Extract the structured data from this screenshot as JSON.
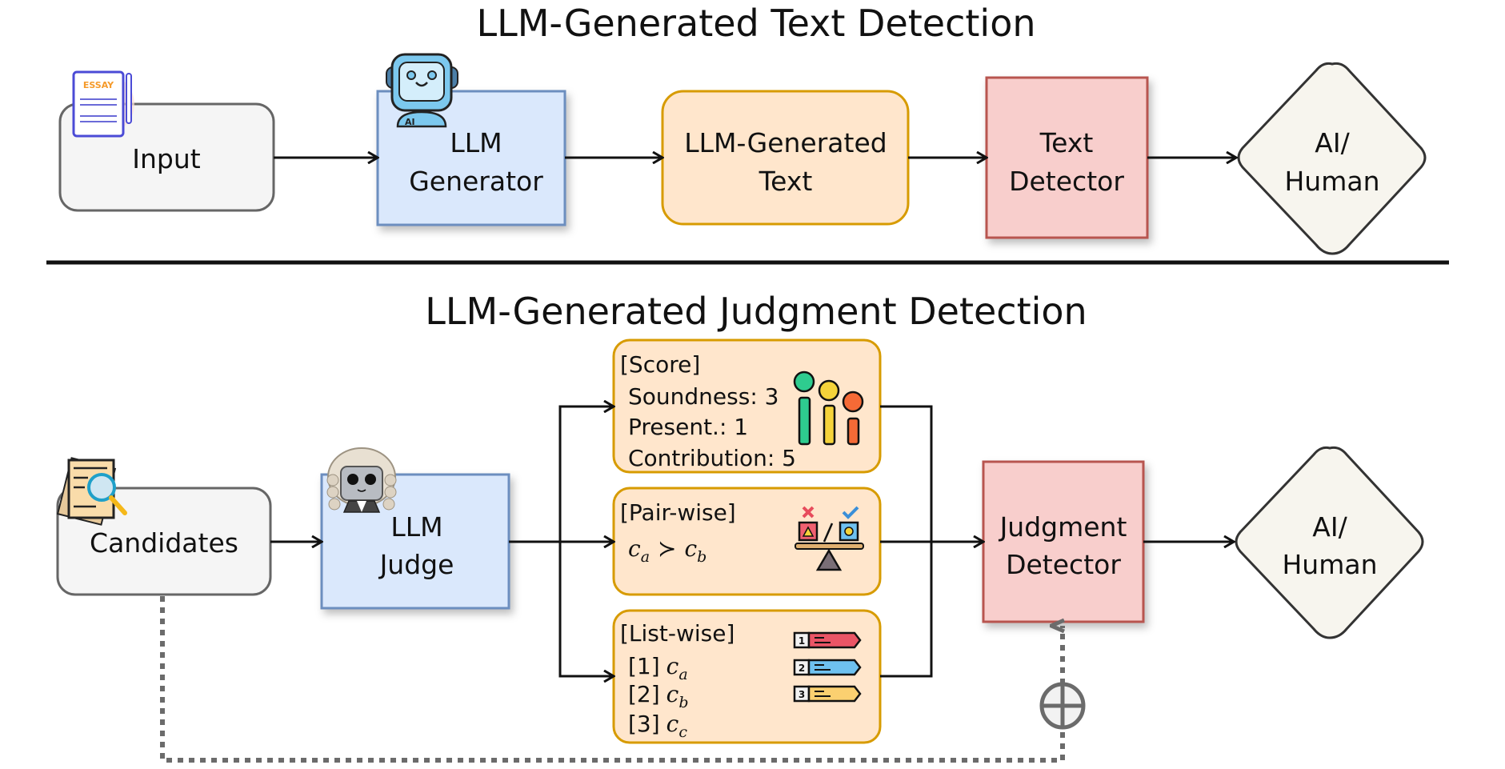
{
  "top": {
    "title": "LLM-Generated Text Detection",
    "input": "Input",
    "essay_icon_text": "ESSAY",
    "generator": [
      "LLM",
      "Generator"
    ],
    "generated_text": [
      "LLM-Generated",
      "Text"
    ],
    "detector": [
      "Text",
      "Detector"
    ],
    "output": [
      "AI/",
      "Human"
    ]
  },
  "bottom": {
    "title": "LLM-Generated Judgment Detection",
    "candidates": "Candidates",
    "judge": [
      "LLM",
      "Judge"
    ],
    "score": {
      "header": "[Score]",
      "lines": [
        "Soundness: 3",
        "Present.: 1",
        "Contribution: 5"
      ]
    },
    "pairwise": {
      "header": "[Pair-wise]",
      "a": "c",
      "a_sub": "a",
      "rel": "≻",
      "b": "c",
      "b_sub": "b"
    },
    "listwise": {
      "header": "[List-wise]",
      "items": [
        {
          "rank": "[1]",
          "var": "c",
          "sub": "a"
        },
        {
          "rank": "[2]",
          "var": "c",
          "sub": "b"
        },
        {
          "rank": "[3]",
          "var": "c",
          "sub": "c"
        }
      ],
      "icon_numbers": [
        "1",
        "2",
        "3"
      ]
    },
    "detector": [
      "Judgment",
      "Detector"
    ],
    "output": [
      "AI/",
      "Human"
    ],
    "combine_symbol": "⊕"
  },
  "colors": {
    "input_fill": "#f5f5f5",
    "input_stroke": "#666666",
    "blue_fill": "#dae8fc",
    "blue_stroke": "#6c8ebf",
    "orange_fill": "#ffe6cc",
    "orange_stroke": "#d79b00",
    "red_fill": "#f8cecc",
    "red_stroke": "#b85450",
    "diamond_fill": "#f7f5ee",
    "diamond_stroke": "#333333"
  }
}
